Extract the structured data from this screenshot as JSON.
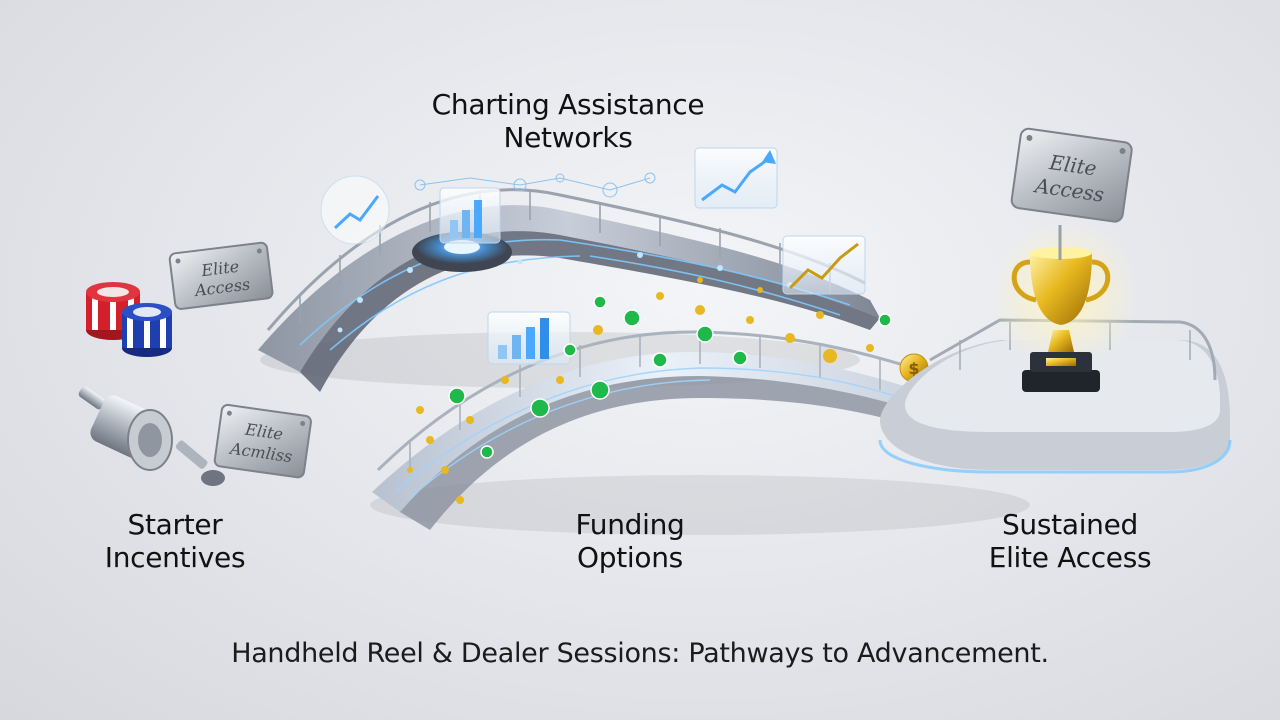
{
  "labels": {
    "charting": {
      "line1": "Charting Assistance",
      "line2": "Networks"
    },
    "starter": {
      "line1": "Starter",
      "line2": "Incentives"
    },
    "funding": {
      "line1": "Funding",
      "line2": "Options"
    },
    "sustained": {
      "line1": "Sustained",
      "line2": "Elite Access"
    }
  },
  "badges": {
    "left": {
      "line1": "Elite",
      "line2": "Access"
    },
    "reel": {
      "line1": "Elite",
      "line2": "Acmliss"
    },
    "trophy": {
      "line1": "Elite",
      "line2": "Access"
    }
  },
  "caption": "Handheld Reel & Dealer Sessions: Pathways to Advancement.",
  "colors": {
    "accent_blue": "#4aa8ff",
    "money_green": "#1fb84a",
    "gold": "#e7b81f",
    "chip_red": "#d4202a",
    "chip_blue": "#1f3fb0"
  },
  "icons": [
    "dollar-coin-icon",
    "trophy-icon",
    "casino-chip-icon",
    "fishing-reel-icon",
    "rising-chart-icon"
  ]
}
